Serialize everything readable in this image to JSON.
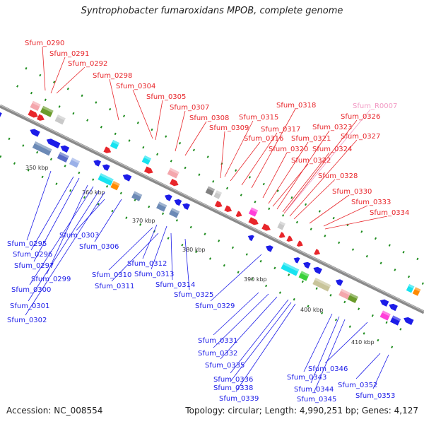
{
  "title": "Syntrophobacter fumaroxidans MPOB, complete genome",
  "footer": {
    "accession": "Accession: NC_008554",
    "summary": "Topology: circular; Length: 4,990,251 bp; Genes: 4,127"
  },
  "colors": {
    "forward": "#e8262b",
    "reverse": "#1c1ce8",
    "rna": "#f29ac4",
    "backbone": "#8a8a8a"
  },
  "ticks": [
    "350 kbp",
    "360 kbp",
    "370 kbp",
    "380 kbp",
    "390 kbp",
    "400 kbp",
    "410 kbp"
  ],
  "forward_labels": [
    "Sfum_0290",
    "Sfum_0291",
    "Sfum_0292",
    "Sfum_0298",
    "Sfum_0304",
    "Sfum_0305",
    "Sfum_0307",
    "Sfum_0308",
    "Sfum_0309",
    "Sfum_0315",
    "Sfum_0316",
    "Sfum_0317",
    "Sfum_0318",
    "Sfum_0320",
    "Sfum_0321",
    "Sfum_0322",
    "Sfum_0323",
    "Sfum_0324",
    "Sfum_0326",
    "Sfum_0327",
    "Sfum_0328",
    "Sfum_0330",
    "Sfum_0333",
    "Sfum_0334"
  ],
  "rna_labels": [
    "Sfum_R0007"
  ],
  "reverse_labels": [
    "Sfum_0295",
    "Sfum_0296",
    "Sfum_0297",
    "Sfum_0299",
    "Sfum_0300",
    "Sfum_0301",
    "Sfum_0302",
    "Sfum_0303",
    "Sfum_0306",
    "Sfum_0310",
    "Sfum_0311",
    "Sfum_0312",
    "Sfum_0313",
    "Sfum_0314",
    "Sfum_0325",
    "Sfum_0329",
    "Sfum_0331",
    "Sfum_0332",
    "Sfum_0335",
    "Sfum_0336",
    "Sfum_0338",
    "Sfum_0339",
    "Sfum_0343",
    "Sfum_0344",
    "Sfum_0345",
    "Sfum_0346",
    "Sfum_0352",
    "Sfum_0353"
  ]
}
